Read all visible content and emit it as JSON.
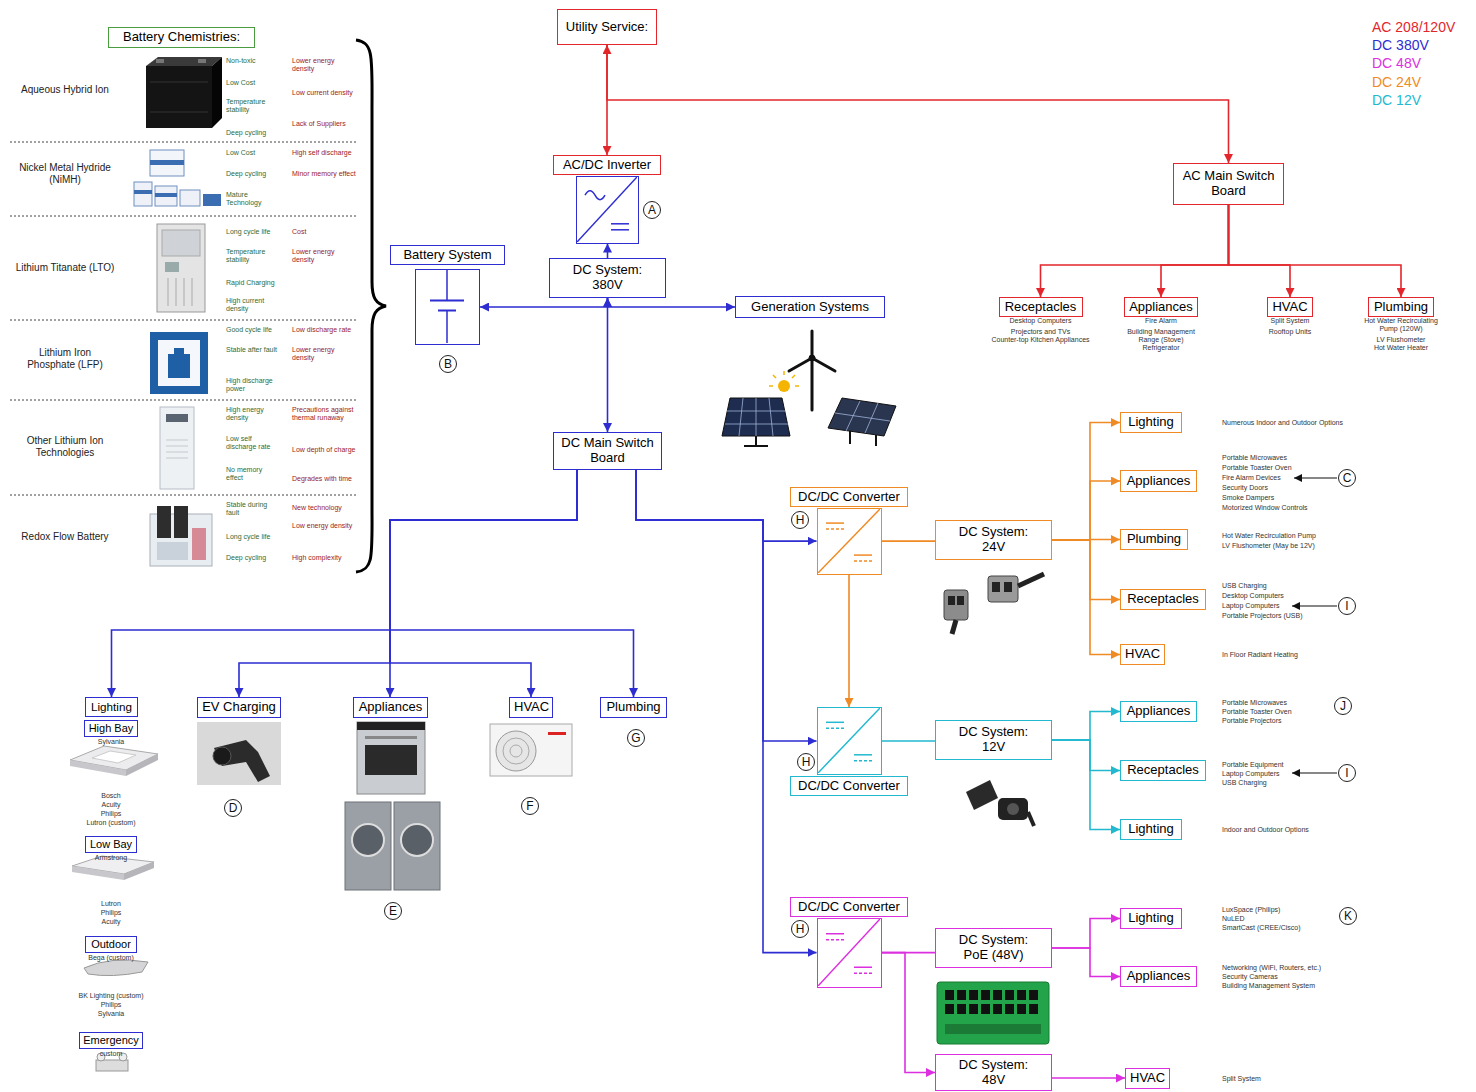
{
  "diagram": {
    "nodes": [
      {
        "text": [
          "Battery Chemistries:"
        ]
      },
      {
        "text": [
          "Utility Service:"
        ]
      },
      {
        "text": [
          "AC/DC Inverter"
        ]
      },
      {
        "text": [
          "Battery System"
        ]
      },
      {
        "text": [
          "DC System: 380V"
        ]
      },
      {
        "text": [
          "Generation Systems"
        ]
      },
      {
        "text": [
          "AC Main Switch Board"
        ]
      },
      {
        "text": [
          "Receptacles",
          "Desktop Computers",
          "Projectors and TVs",
          "Counter-top Kitchen Appliances"
        ]
      },
      {
        "text": [
          "Appliances",
          "Fire Alarm",
          "Building Management",
          "Range (Stove)",
          "Refrigerator"
        ]
      },
      {
        "text": [
          "HVAC",
          "Split System",
          "Rooftop Units"
        ]
      },
      {
        "text": [
          "Plumbing",
          "Hot Water Recirculating Pump (120W)",
          "LV Flushometer",
          "Hot Water Heater"
        ]
      },
      {
        "text": [
          "DC Main Switch Board"
        ]
      },
      {
        "text": [
          "DC/DC Converter"
        ]
      },
      {
        "text": [
          "DC System: 24V"
        ]
      },
      {
        "text": [
          "Lighting"
        ]
      },
      {
        "text": [
          "Appliances"
        ]
      },
      {
        "text": [
          "Plumbing"
        ]
      },
      {
        "text": [
          "Receptacles"
        ]
      },
      {
        "text": [
          "HVAC"
        ]
      },
      {
        "text": [
          "DC/DC Converter"
        ]
      },
      {
        "text": [
          "DC System: 12V"
        ]
      },
      {
        "text": [
          "Appliances"
        ]
      },
      {
        "text": [
          "Receptacles"
        ]
      },
      {
        "text": [
          "Lighting"
        ]
      },
      {
        "text": [
          "DC/DC Converter"
        ]
      },
      {
        "text": [
          "DC System: PoE (48V)"
        ]
      },
      {
        "text": [
          "Lighting"
        ]
      },
      {
        "text": [
          "Appliances"
        ]
      },
      {
        "text": [
          "DC System: 48V"
        ]
      },
      {
        "text": [
          "HVAC"
        ]
      },
      {
        "text": [
          "Lighting"
        ]
      },
      {
        "text": [
          "High Bay",
          "Sylvania",
          "Bosch",
          "Acuity",
          "Philips",
          "Lutron (custom)"
        ]
      },
      {
        "text": [
          "Low Bay",
          "Armstrong",
          "Lutron",
          "Philips",
          "Acuity"
        ]
      },
      {
        "text": [
          "Outdoor",
          "Bega (custom)",
          "BK Lighting (custom)",
          "Philips",
          "Sylvania"
        ]
      },
      {
        "text": [
          "Emergency",
          "custom"
        ]
      },
      {
        "text": [
          "EV Charging"
        ]
      },
      {
        "text": [
          "Appliances"
        ]
      },
      {
        "text": [
          "HVAC"
        ]
      },
      {
        "text": [
          "Plumbing"
        ]
      }
    ],
    "edges": [
      {
        "from": 1,
        "to": 2,
        "arrow": "both"
      },
      {
        "from": 1,
        "to": 6,
        "arrow": "to"
      },
      {
        "from": 6,
        "to": 7,
        "arrow": "to"
      },
      {
        "from": 6,
        "to": 8,
        "arrow": "to"
      },
      {
        "from": 6,
        "to": 9,
        "arrow": "to"
      },
      {
        "from": 6,
        "to": 10,
        "arrow": "to"
      },
      {
        "from": 4,
        "to": 2,
        "arrow": "to"
      },
      {
        "from": 4,
        "to": 3,
        "arrow": "both"
      },
      {
        "from": 4,
        "to": 5,
        "arrow": "both"
      },
      {
        "from": 4,
        "to": 11,
        "arrow": "to"
      },
      {
        "from": 11,
        "to": 30,
        "arrow": "to"
      },
      {
        "from": 11,
        "to": 35,
        "arrow": "to"
      },
      {
        "from": 11,
        "to": 36,
        "arrow": "to"
      },
      {
        "from": 11,
        "to": 37,
        "arrow": "to"
      },
      {
        "from": 11,
        "to": 38,
        "arrow": "to"
      },
      {
        "from": 11,
        "to": 12,
        "arrow": "to"
      },
      {
        "from": 11,
        "to": 19,
        "arrow": "to"
      },
      {
        "from": 11,
        "to": 24,
        "arrow": "to"
      },
      {
        "from": 12,
        "to": 13,
        "arrow": "none"
      },
      {
        "from": 12,
        "to": 19,
        "arrow": "to"
      },
      {
        "from": 13,
        "to": 14,
        "arrow": "to"
      },
      {
        "from": 13,
        "to": 15,
        "arrow": "to"
      },
      {
        "from": 13,
        "to": 16,
        "arrow": "to"
      },
      {
        "from": 13,
        "to": 17,
        "arrow": "to"
      },
      {
        "from": 13,
        "to": 18,
        "arrow": "to"
      },
      {
        "from": 19,
        "to": 20,
        "arrow": "none"
      },
      {
        "from": 20,
        "to": 21,
        "arrow": "to"
      },
      {
        "from": 20,
        "to": 22,
        "arrow": "to"
      },
      {
        "from": 20,
        "to": 23,
        "arrow": "to"
      },
      {
        "from": 24,
        "to": 25,
        "arrow": "none"
      },
      {
        "from": 24,
        "to": 28,
        "arrow": "to"
      },
      {
        "from": 25,
        "to": 26,
        "arrow": "to"
      },
      {
        "from": 25,
        "to": 27,
        "arrow": "to"
      },
      {
        "from": 28,
        "to": 29,
        "arrow": "to"
      }
    ],
    "labels": [
      "Aqueous Hybrid Ion",
      "Nickel Metal Hydride (NiMH)",
      "Lithium Titanate (LTO)",
      "Lithium Iron Phosphate (LFP)",
      "Other Lithium Ion Technologies",
      "Redox Flow Battery",
      "Non-toxic",
      "Low Cost",
      "Temperature stability",
      "Deep cycling",
      "Lower energy density",
      "Low current density",
      "Lack of Suppliers",
      "Low Cost",
      "Deep cycling",
      "Mature Technology",
      "High self discharge",
      "Minor memory effect",
      "Long cycle life",
      "Temperature stability",
      "Rapid Charging",
      "High current density",
      "Cost",
      "Lower energy density",
      "Good cycle life",
      "Stable after fault",
      "High discharge power",
      "Low discharge rate",
      "Lower energy density",
      "High energy density",
      "Low self discharge rate",
      "No memory effect",
      "Precautions against thermal runaway",
      "Low depth of charge",
      "Degrades with time",
      "Stable during fault",
      "Long cycle life",
      "Deep cycling",
      "New technology",
      "Low energy density",
      "High complexity",
      "A",
      "B",
      "C",
      "I",
      "J",
      "I",
      "K",
      "H",
      "H",
      "H",
      "D",
      "E",
      "F",
      "G",
      "Numerous Indoor and Outdoor Options",
      "Portable Microwaves",
      "Portable Toaster Oven",
      "Fire Alarm Devices",
      "Security Doors",
      "Smoke Dampers",
      "Motorized Window Controls",
      "Hot Water Recirculation Pump",
      "LV Flushometer (May be 12V)",
      "USB Charging",
      "Desktop Computers",
      "Laptop Computers",
      "Portable Projectors (USB)",
      "In Floor Radiant Heating",
      "Portable Microwaves",
      "Portable Toaster Oven",
      "Portable Projectors",
      "Portable Equipment",
      "Laptop Computers",
      "USB Charging",
      "Indoor and Outdoor Options",
      "LuxSpace (Philips)",
      "NuLED",
      "SmartCast (CREE/Cisco)",
      "Networking (WiFi, Routers, etc.)",
      "Security Cameras",
      "Building Management System",
      "Split System"
    ],
    "legend": [
      {
        "text": "AC 208/120V",
        "color": "#e3262b"
      },
      {
        "text": "DC 380V",
        "color": "#2d2dd2"
      },
      {
        "text": "DC 48V",
        "color": "#dc2fe0"
      },
      {
        "text": "DC 24V",
        "color": "#f08a24"
      },
      {
        "text": "DC 12V",
        "color": "#22b9d0"
      }
    ]
  }
}
